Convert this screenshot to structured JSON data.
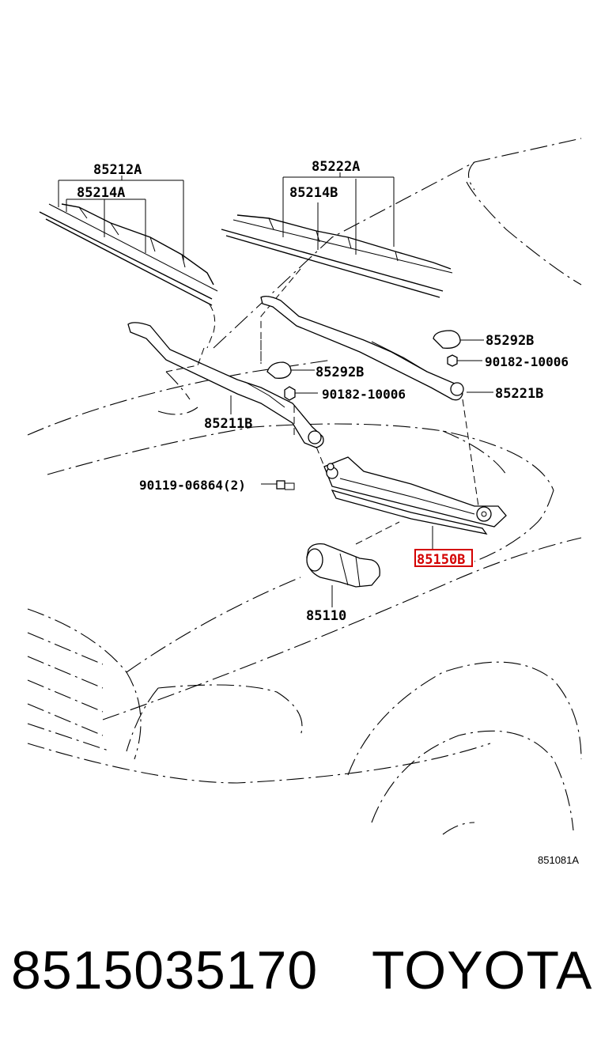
{
  "callouts": {
    "blade_assy_lh": "85212A",
    "blade_rubber_lh": "85214A",
    "blade_assy_rh": "85222A",
    "blade_rubber_rh": "85214B",
    "cap_rh": "85292B",
    "nut_rh": "90182-10006",
    "arm_rh": "85221B",
    "cap_lh": "85292B",
    "nut_lh": "90182-10006",
    "arm_lh": "85211B",
    "bolt": "90119-06864(2)",
    "link_assy": "85150B",
    "motor": "85110"
  },
  "highlight_color": "#d40000",
  "diagram_ref": "851081A",
  "footer": {
    "part_number": "8515035170",
    "brand": "TOYOTA"
  }
}
